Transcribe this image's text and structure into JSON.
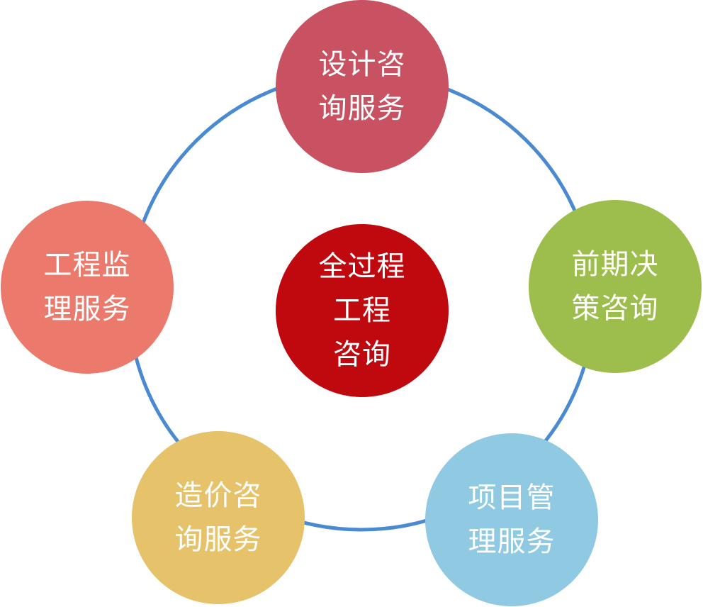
{
  "center": {
    "lines": [
      "全过程",
      "工程",
      "咨询"
    ],
    "color": "#c0090e"
  },
  "nodes": [
    {
      "id": "design",
      "lines": [
        "设计咨",
        "询服务"
      ],
      "color": "#c85262"
    },
    {
      "id": "decision",
      "lines": [
        "前期决",
        "策咨询"
      ],
      "color": "#9dbd4c"
    },
    {
      "id": "project",
      "lines": [
        "项目管",
        "理服务"
      ],
      "color": "#8fc9e2"
    },
    {
      "id": "cost",
      "lines": [
        "造价咨",
        "询服务"
      ],
      "color": "#e6c36b"
    },
    {
      "id": "supervision",
      "lines": [
        "工程监",
        "理服务"
      ],
      "color": "#ec7a6c"
    }
  ],
  "ring_color": "#4a8ad2"
}
